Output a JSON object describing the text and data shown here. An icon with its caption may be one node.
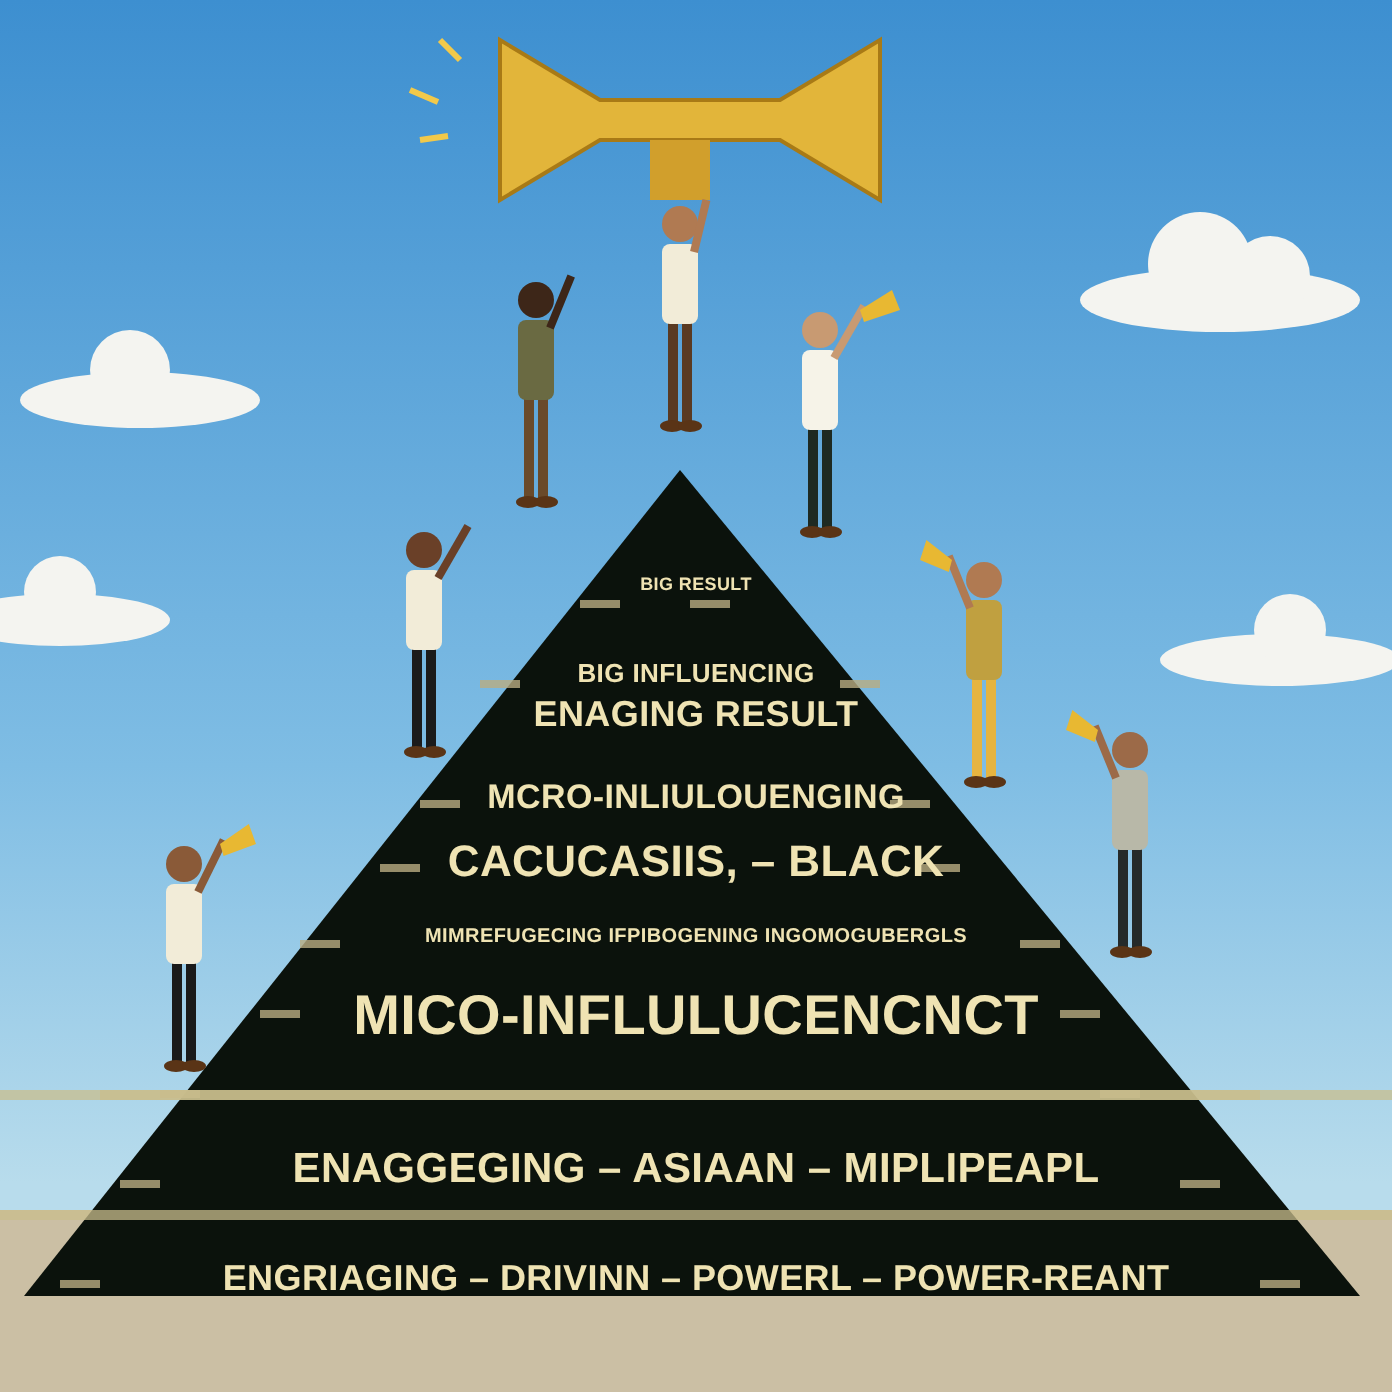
{
  "diagram": {
    "labels": [
      "BIG RESULT",
      "BIG INFLUENCING",
      "ENAGING RESULT",
      "MCRO-INLIULOUENGING",
      "CACUCASIIS, – BLACK",
      "MIMREFUGECING IFPIBOGENING INGOMOGUBERGLS",
      "MICO-INFLULUCENCNCT",
      "ENAGGEGING – ASIAAN – MIPLIPEAPL",
      "ENGRIAGING – DRIVINN – POWERL – POWER-REANT"
    ]
  }
}
